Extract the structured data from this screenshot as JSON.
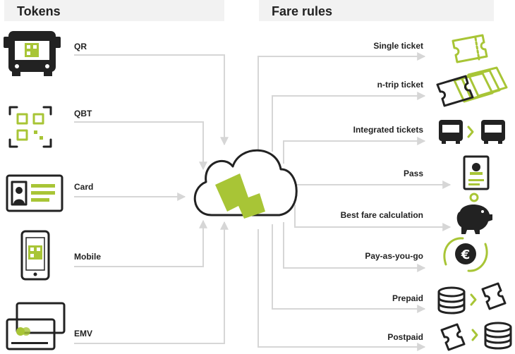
{
  "headers": {
    "tokens": "Tokens",
    "fare_rules": "Fare rules"
  },
  "tokens": [
    {
      "label": "QR",
      "icon": "bus-qr-icon"
    },
    {
      "label": "QBT",
      "icon": "qr-scan-icon"
    },
    {
      "label": "Card",
      "icon": "id-card-icon"
    },
    {
      "label": "Mobile",
      "icon": "mobile-qr-icon"
    },
    {
      "label": "EMV",
      "icon": "bank-cards-icon"
    }
  ],
  "fare_rules": [
    {
      "label": "Single ticket",
      "icon": "ticket-icon"
    },
    {
      "label": "n-trip ticket",
      "icon": "multi-ticket-icon"
    },
    {
      "label": "Integrated tickets",
      "icon": "bus-transfer-icon"
    },
    {
      "label": "Pass",
      "icon": "pass-icon"
    },
    {
      "label": "Best fare calculation",
      "icon": "piggy-bank-icon"
    },
    {
      "label": "Pay-as-you-go",
      "icon": "euro-cycle-icon"
    },
    {
      "label": "Prepaid",
      "icon": "coins-to-ticket-icon"
    },
    {
      "label": "Postpaid",
      "icon": "ticket-to-coins-icon"
    }
  ],
  "center": {
    "icon": "cloud-ticket-icon"
  },
  "colors": {
    "accent": "#a8c536",
    "dark": "#222222",
    "connector": "#d6d6d6",
    "header_bg": "#f2f2f2"
  }
}
